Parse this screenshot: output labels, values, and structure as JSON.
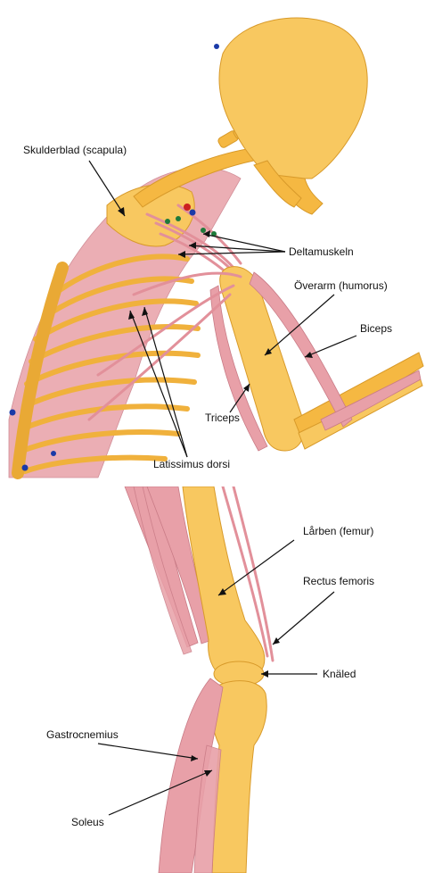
{
  "colors": {
    "bone": "#f5b842",
    "muscle": "#e8a0a8",
    "marker_blue": "#1a3aa8",
    "marker_green": "#1f7a3a",
    "marker_red": "#cc2020"
  },
  "top_figure": {
    "labels": {
      "scapula": "Skulderblad (scapula)",
      "deltoid": "Deltamuskeln",
      "humerus": "Överarm (humorus)",
      "biceps": "Biceps",
      "triceps": "Triceps",
      "latissimus": "Latissimus dorsi"
    }
  },
  "bottom_figure": {
    "labels": {
      "femur": "Lårben (femur)",
      "rectus": "Rectus femoris",
      "knee": "Knäled",
      "gastrocnemius": "Gastrocnemius",
      "soleus": "Soleus"
    }
  }
}
